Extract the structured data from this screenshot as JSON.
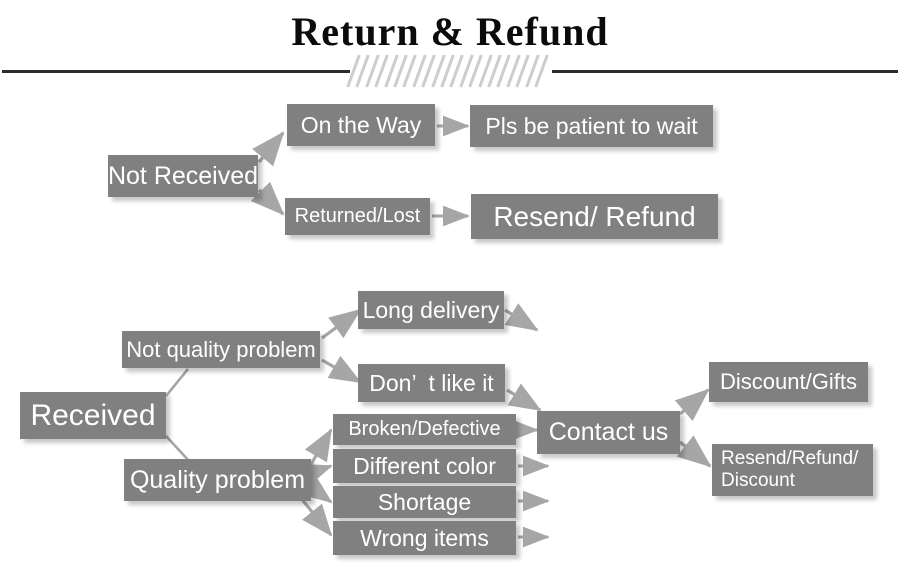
{
  "header": {
    "title": "Return & Refund",
    "divider_icon": "diagonal-hatch-divider"
  },
  "theme": {
    "box_fill": "#808080",
    "box_text": "#ffffff",
    "arrow_color": "#a6a6a6",
    "rule_color": "#2b2b2b",
    "hatch_color": "#cdcdcd",
    "background": "#ffffff"
  },
  "flow": {
    "sections": [
      {
        "name": "not-received",
        "root": "Not Received",
        "branches": [
          {
            "condition": "On the Way",
            "outcome": "Pls be patient to wait"
          },
          {
            "condition": "Returned/Lost",
            "outcome": "Resend/ Refund"
          }
        ]
      },
      {
        "name": "received",
        "root": "Received",
        "branches": [
          {
            "condition": "Not quality problem",
            "reasons": [
              "Long delivery",
              "Don’  t like it"
            ]
          },
          {
            "condition": "Quality problem",
            "reasons": [
              "Broken/Defective",
              "Different color",
              "Shortage",
              "Wrong items"
            ]
          }
        ],
        "hub": "Contact us",
        "outcomes": [
          "Discount/Gifts",
          "Resend/Refund/\nDiscount"
        ]
      }
    ]
  },
  "nodes": {
    "not_received": "Not Received",
    "on_the_way": "On the Way",
    "pls_be_patient": "Pls be patient to wait",
    "returned_lost": "Returned/Lost",
    "resend_refund": "Resend/ Refund",
    "received": "Received",
    "not_quality_problem": "Not quality problem",
    "quality_problem": "Quality problem",
    "long_delivery": "Long delivery",
    "dont_like_it": "Don’  t like it",
    "broken_defective": "Broken/Defective",
    "different_color": "Different color",
    "shortage": "Shortage",
    "wrong_items": "Wrong items",
    "contact_us": "Contact us",
    "discount_gifts": "Discount/Gifts",
    "resend_refund_discount": "Resend/Refund/\nDiscount"
  }
}
